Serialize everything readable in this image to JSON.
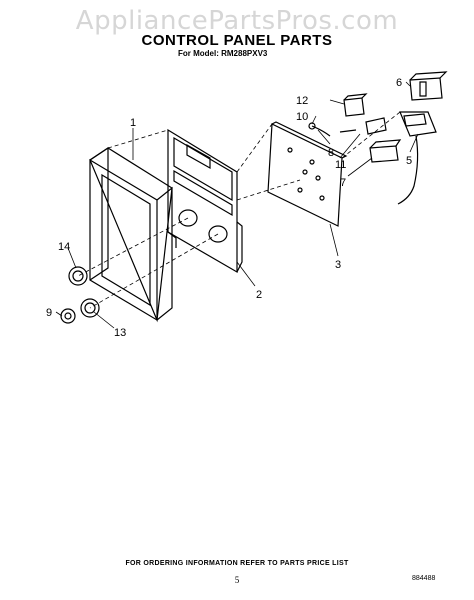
{
  "watermark": "AppliancePartsPros.com",
  "title": "CONTROL PANEL PARTS",
  "model_line": "For Model: RM288PXV3",
  "callouts": {
    "c1": "1",
    "c2": "2",
    "c3": "3",
    "c5": "5",
    "c6": "6",
    "c7": "7",
    "c8": "8",
    "c9": "9",
    "c10": "10",
    "c11": "11",
    "c12": "12",
    "c13": "13",
    "c14": "14"
  },
  "footer_note": "FOR ORDERING INFORMATION REFER TO PARTS PRICE LIST",
  "page_number": "5",
  "doc_code": "884488"
}
